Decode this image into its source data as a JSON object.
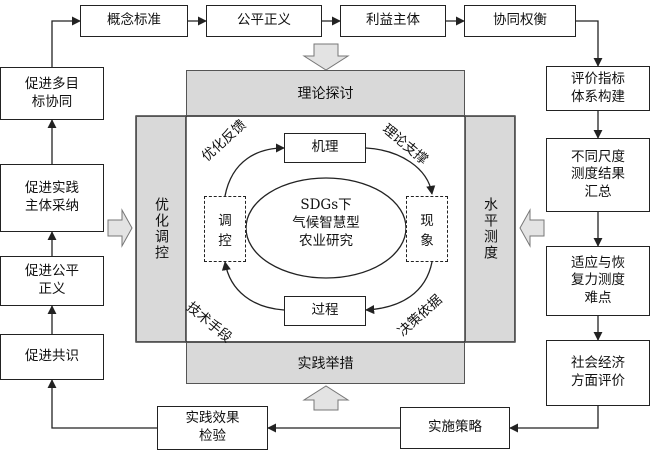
{
  "top_row": [
    "概念标准",
    "公平正义",
    "利益主体",
    "协同权衡"
  ],
  "right_column": [
    "评价指标\n体系构建",
    "不同尺度\n测度结果\n汇总",
    "适应与恢\n复力测度\n难点",
    "社会经济\n方面评价"
  ],
  "bottom_row": [
    "实施策略",
    "实践效果\n检验"
  ],
  "left_column": [
    "促进共识",
    "促进公平\n正义",
    "促进实践\n主体采纳",
    "促进多目\n标协同"
  ],
  "frame": {
    "top": "理论探讨",
    "bottom": "实践举措",
    "left": "优化调控",
    "right": "水平测度"
  },
  "inner": {
    "center": "SDGs下\n气候智慧型\n农业研究",
    "node_top": "机理",
    "node_bottom": "过程",
    "node_left": "调\n控",
    "node_right": "现\n象",
    "arc_top_left": "优化反馈",
    "arc_top_right": "理论支撑",
    "arc_bottom_left": "技术手段",
    "arc_bottom_right": "决策依据"
  }
}
